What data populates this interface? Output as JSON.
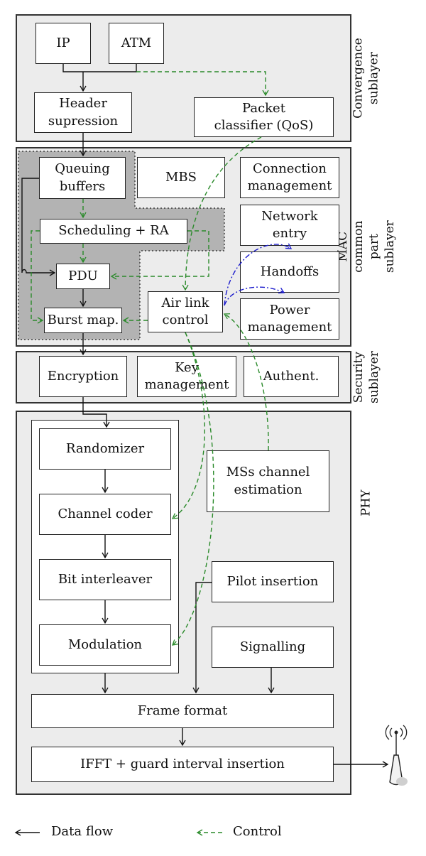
{
  "layers": {
    "convergence": {
      "label": "Convergence\nsublayer"
    },
    "mac": {
      "label": "MAC common part\nsublayer"
    },
    "security": {
      "label": "Security\nsublayer"
    },
    "phy": {
      "label": "PHY"
    }
  },
  "blocks": {
    "ip": "IP",
    "atm": "ATM",
    "header_supression": "Header\nsupression",
    "packet_classifier": "Packet\nclassifier (QoS)",
    "queuing_buffers": "Queuing\nbuffers",
    "mbs": "MBS",
    "connection_management": "Connection\nmanagement",
    "scheduling_ra": "Scheduling + RA",
    "network_entry": "Network\nentry",
    "pdu": "PDU",
    "handoffs": "Handoffs",
    "air_link_control": "Air link\ncontrol",
    "power_management": "Power\nmanagement",
    "burst_map": "Burst map.",
    "encryption": "Encryption",
    "key_management": "Key\nmanagement",
    "authent": "Authent.",
    "randomizer": "Randomizer",
    "mss_channel_estimation": "MSs channel\nestimation",
    "channel_coder": "Channel coder",
    "bit_interleaver": "Bit interleaver",
    "pilot_insertion": "Pilot insertion",
    "modulation": "Modulation",
    "signalling": "Signalling",
    "frame_format": "Frame format",
    "ifft": "IFFT + guard interval insertion"
  },
  "legend": {
    "data_flow": "Data flow",
    "control": "Control"
  },
  "colors": {
    "data_flow": "#111111",
    "control": "#2a8a2a",
    "mac_internal": "#1a1acc",
    "shaded_region": "#b3b3b3",
    "layer_background": "#ececec"
  },
  "icons": {
    "antenna": "antenna-icon"
  }
}
